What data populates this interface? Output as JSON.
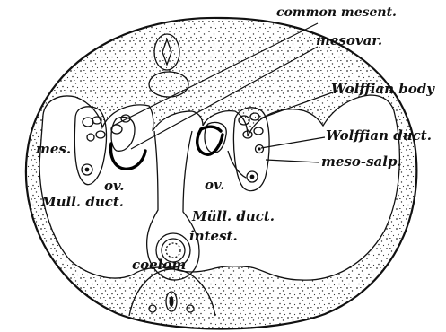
{
  "figure": {
    "labels": {
      "common_mesent": "common mesent.",
      "mesovar": "mesovar.",
      "wolffian_body": "Wolffian body",
      "wolffian_duct": "Wolffian duct.",
      "meso_salp": "meso-salp.",
      "mes": "mes.",
      "ov_left": "ov.",
      "ov_right": "ov.",
      "mull_duct_left": "Mull. duct.",
      "mull_duct_right": "Müll. duct.",
      "intest": "intest.",
      "coelom": "coelom"
    },
    "colors": {
      "ink": "#111111",
      "stipple": "#333333",
      "background": "#ffffff"
    }
  }
}
